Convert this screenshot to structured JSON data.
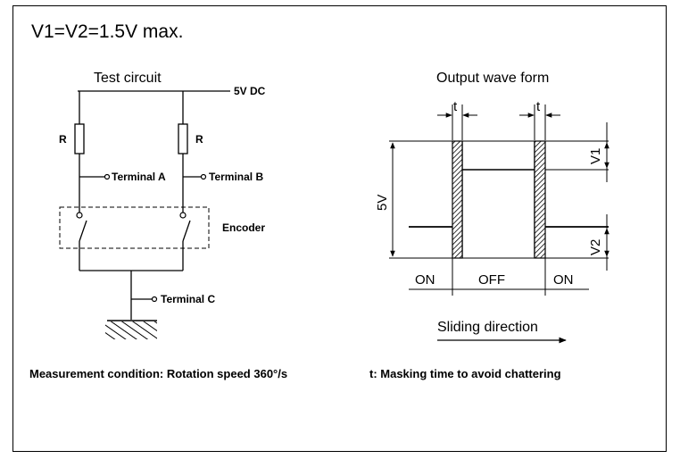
{
  "title": "V1=V2=1.5V max.",
  "test_circuit": {
    "heading": "Test circuit",
    "supply_label": "5V DC",
    "resistor_left": "R",
    "resistor_right": "R",
    "terminal_a": "Terminal A",
    "terminal_b": "Terminal B",
    "terminal_c": "Terminal C",
    "encoder_label": "Encoder"
  },
  "waveform": {
    "heading": "Output wave form",
    "t_left": "t",
    "t_right": "t",
    "voltage_label": "5V",
    "v1_label": "V1",
    "v2_label": "V2",
    "on_left": "ON",
    "off_middle": "OFF",
    "on_right": "ON",
    "direction": "Sliding direction"
  },
  "notes": {
    "measurement": "Measurement condition: Rotation speed 360°/s",
    "masking": "t:  Masking time to avoid chattering"
  }
}
